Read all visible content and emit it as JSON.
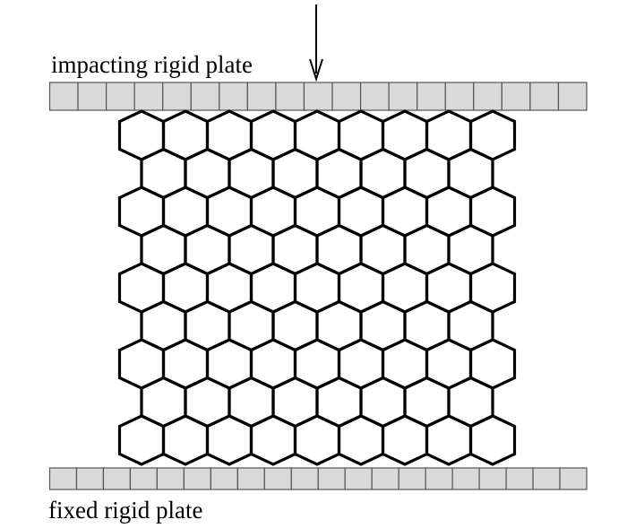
{
  "labels": {
    "top_plate": "impacting rigid plate",
    "bottom_plate": "fixed rigid plate"
  },
  "structure": {
    "rows": 9,
    "cells_wide_rows": 9,
    "cells_narrow_rows": 8,
    "top_plate_cells": 19,
    "bottom_plate_cells": 20
  },
  "colors": {
    "plate_fill": "#d9d9d9",
    "plate_stroke": "#555555",
    "hex_stroke": "#000000"
  }
}
